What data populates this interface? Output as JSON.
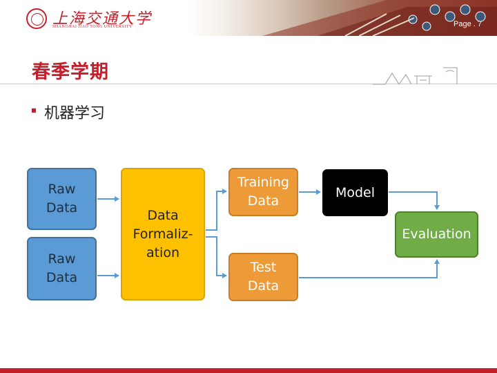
{
  "header": {
    "logo_cn": "上海交通大学",
    "logo_en": "SHANGHAI JIAO TONG UNIVERSITY",
    "page_number": "Page . 7"
  },
  "slide": {
    "title": "春季学期",
    "bullet": "机器学习"
  },
  "diagram": {
    "raw_data_1": "Raw\nData",
    "raw_data_2": "Raw\nData",
    "formalization": "Data\nFormaliz-\nation",
    "training": "Training\nData",
    "test": "Test\nData",
    "model": "Model",
    "evaluation": "Evaluation"
  },
  "colors": {
    "brand_red": "#c41f2b",
    "raw_blue": "#5b9bd5",
    "formalization_yellow": "#ffc000",
    "split_orange": "#ed9b38",
    "model_black": "#000000",
    "evaluation_green": "#70ad47",
    "arrow_blue": "#5b9bd5"
  }
}
